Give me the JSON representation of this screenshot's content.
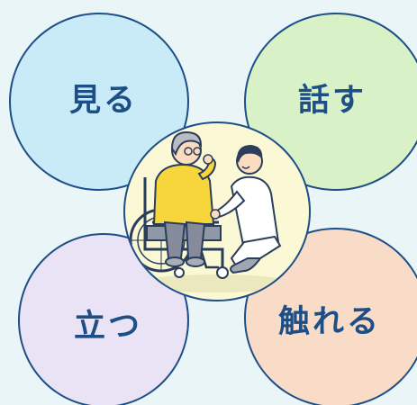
{
  "circles": {
    "see": {
      "label": "見る",
      "color": "#c8ebf7"
    },
    "talk": {
      "label": "話す",
      "color": "#d9f1c6"
    },
    "stand": {
      "label": "立つ",
      "color": "#eae2f5"
    },
    "touch": {
      "label": "触れる",
      "color": "#f8dcc8"
    }
  },
  "center": {
    "icon": "caregiver-with-elderly-wheelchair-user-icon",
    "color": "#fbf8d6"
  },
  "colors": {
    "background": "#eaf5f8",
    "outline": "#1d4f86",
    "text": "#1d4f86"
  }
}
